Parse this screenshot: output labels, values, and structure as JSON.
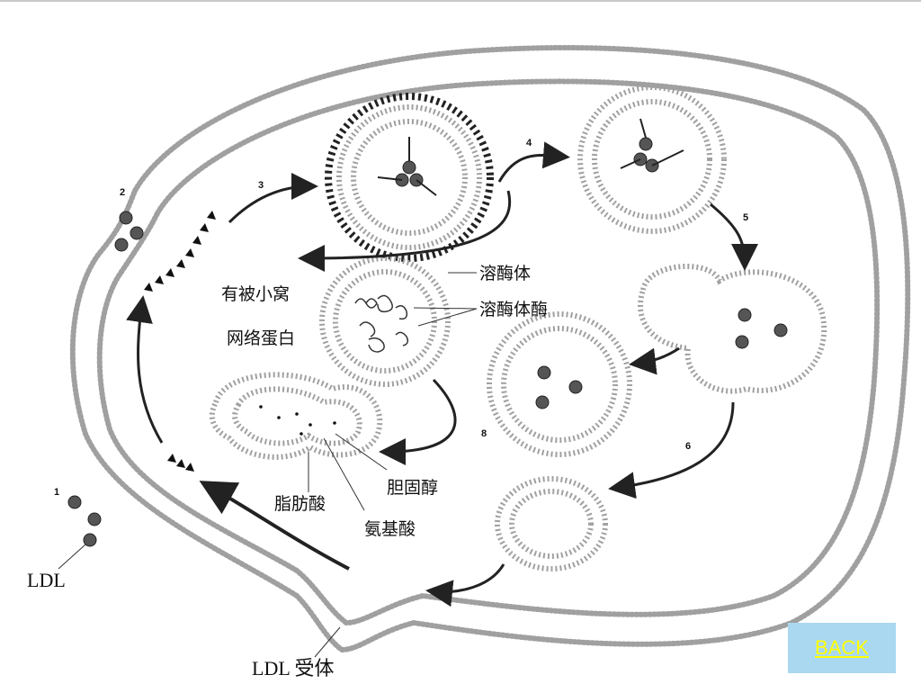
{
  "steps": [
    "1",
    "2",
    "3",
    "4",
    "5",
    "6",
    "8"
  ],
  "labels": {
    "coated_pit": "有被小窝",
    "clathrin": "网络蛋白",
    "lysosome": "溶酶体",
    "lysosomal_enzyme": "溶酶体酶",
    "cholesterol": "胆固醇",
    "fatty_acid": "脂肪酸",
    "amino_acid": "氨基酸",
    "ldl": "LDL",
    "ldl_receptor": "LDL 受体"
  },
  "back_label": "BACK",
  "colors": {
    "membrane": "#9a9a9a",
    "arrow": "#222222",
    "particle": "#555555",
    "back_bg": "#a9d8f0",
    "back_text": "#ffff00"
  }
}
